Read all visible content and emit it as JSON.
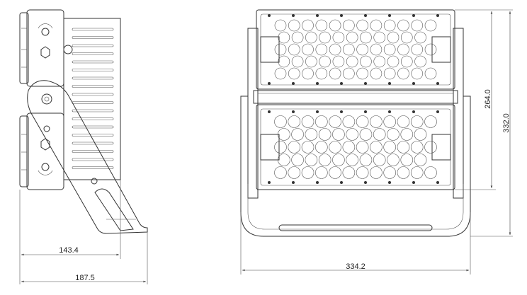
{
  "drawing": {
    "side_view": {
      "depth_housing": "143.4",
      "depth_overall": "187.5"
    },
    "front_view": {
      "width_overall": "334.2",
      "height_panels": "264.0",
      "height_overall": "332.0",
      "module_rows": 5,
      "module_cols": 12
    }
  }
}
